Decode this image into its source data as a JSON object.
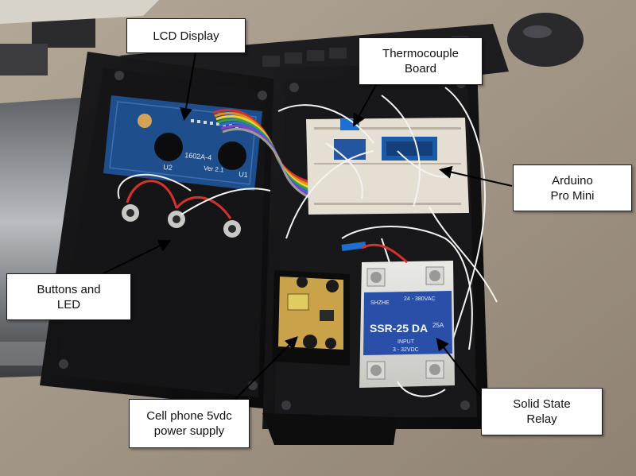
{
  "labels": {
    "lcd_display": {
      "line1": "LCD Display"
    },
    "thermocouple_board": {
      "line1": "Thermocouple",
      "line2": "Board"
    },
    "arduino_pro_mini": {
      "line1": "Arduino",
      "line2": "Pro Mini"
    },
    "buttons_and_led": {
      "line1": "Buttons and",
      "line2": "LED"
    },
    "power_supply": {
      "line1": "Cell phone 5vdc",
      "line2": "power supply"
    },
    "solid_state_relay": {
      "line1": "Solid State",
      "line2": "Relay"
    }
  },
  "device_markings": {
    "lcd_model": "1602A-4",
    "lcd_version": "Ver 2.1",
    "lcd_u2": "U2",
    "lcd_u1": "U1",
    "relay_model": "SSR-25 DA",
    "relay_brand": "SHZHE",
    "relay_ac_rating": "24 - 380VAC",
    "relay_current": "25A",
    "relay_input": "INPUT",
    "relay_dc_rating": "3 - 32VDC"
  },
  "colors": {
    "callout_fill": "#ffffff",
    "callout_border": "#1a1a1a",
    "enclosure": "#141414",
    "workbench": "#a39788",
    "lcd_pcb": "#1f4e8c",
    "relay_label": "#2a4fa8"
  }
}
